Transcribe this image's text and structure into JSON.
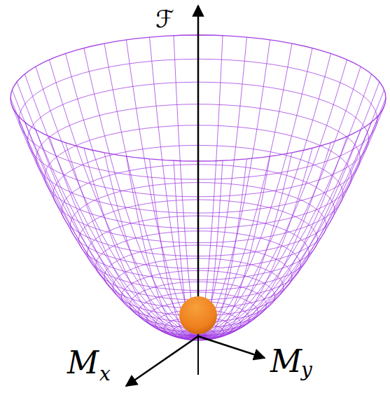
{
  "diagram": {
    "labels": [
      "ℱ",
      "M",
      "x",
      "M",
      "y"
    ]
  }
}
